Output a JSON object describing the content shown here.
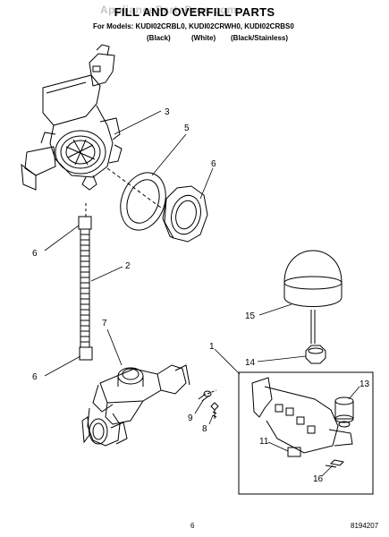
{
  "header": {
    "title": "FILL AND OVERFILL PARTS",
    "watermark": "AppliancePartsPros.com",
    "models_line": "For Models: KUDI02CRBL0, KUDI02CRWH0, KUDI02CRBS0",
    "colors": [
      "(Black)",
      "(White)",
      "(Black/Stainless)"
    ]
  },
  "callouts": [
    "1",
    "2",
    "3",
    "4",
    "5",
    "6",
    "6",
    "7",
    "8",
    "9",
    "11",
    "13",
    "14",
    "15",
    "16"
  ],
  "footer": {
    "page_number": "6",
    "document_number": "8194207"
  }
}
